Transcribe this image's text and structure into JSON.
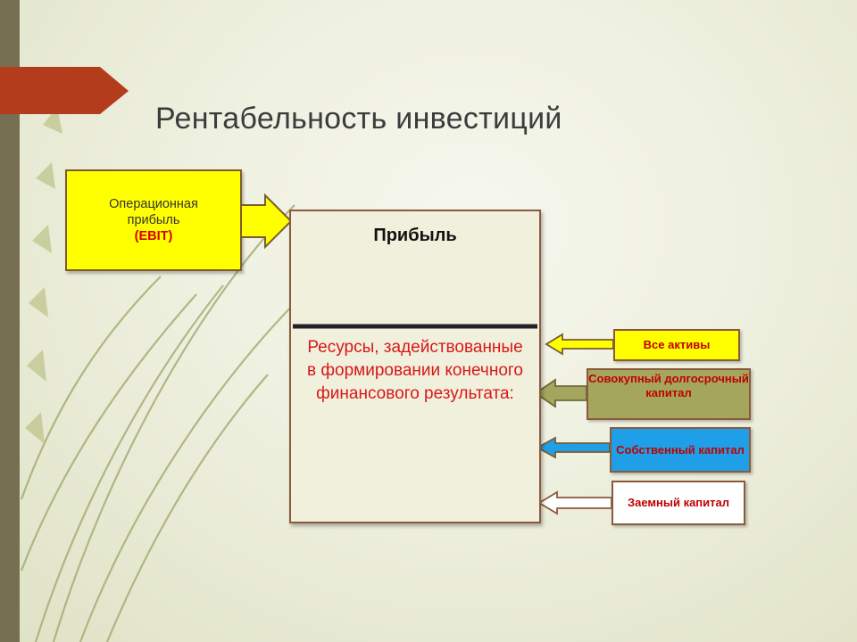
{
  "slide": {
    "title": "Рентабельность инвестиций"
  },
  "ebit_box": {
    "line1": "Операционная",
    "line2": "прибыль",
    "line3": "(EBIT)"
  },
  "fraction": {
    "numerator": "Прибыль",
    "denominator": "Ресурсы, задействованные в формировании конечного финансового результата:"
  },
  "resources": [
    {
      "label": "Все активы",
      "color": "#ffff00"
    },
    {
      "label": "Совокупный долгосрочный капитал",
      "color": "#a5a65e"
    },
    {
      "label": "Собственный капитал",
      "color": "#1e9fe8"
    },
    {
      "label": "Заемный капитал",
      "color": "#ffffff"
    }
  ],
  "colors": {
    "accent_red": "#d81818",
    "banner": "#b03a1a",
    "side_bar": "#776f52"
  }
}
